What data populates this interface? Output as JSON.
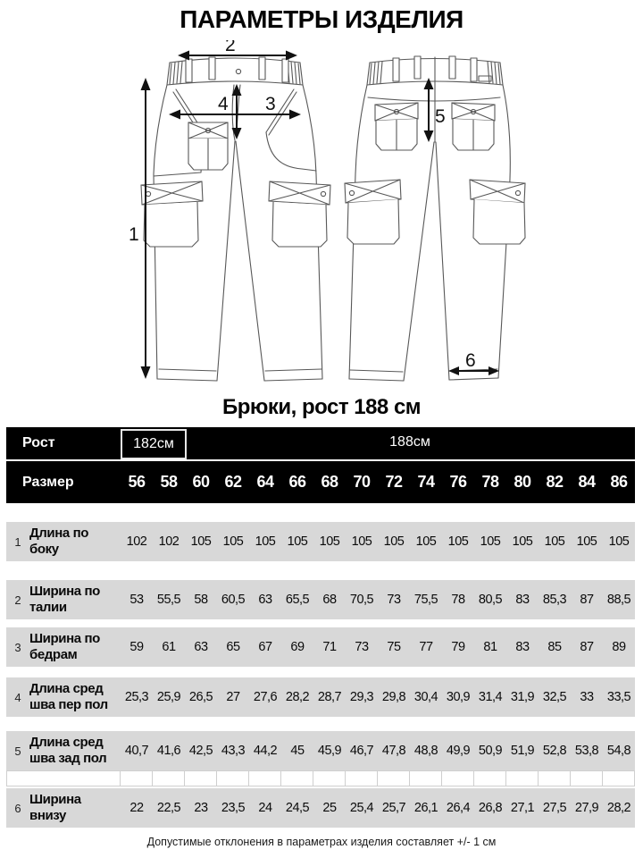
{
  "title": "ПАРАМЕТРЫ ИЗДЕЛИЯ",
  "product_caption": "Брюки, рост 188 см",
  "diagram": {
    "markers": [
      "1",
      "2",
      "3",
      "4",
      "5",
      "6"
    ]
  },
  "table": {
    "height_label": "Рост",
    "height_groups": [
      {
        "label": "182см",
        "span": 2
      },
      {
        "label": "188см",
        "span": 14
      }
    ],
    "size_label": "Размер",
    "sizes": [
      "56",
      "58",
      "60",
      "62",
      "64",
      "66",
      "68",
      "70",
      "72",
      "74",
      "76",
      "78",
      "80",
      "82",
      "84",
      "86"
    ],
    "rows": [
      {
        "num": "1",
        "label": "Длина по боку",
        "values": [
          "102",
          "102",
          "105",
          "105",
          "105",
          "105",
          "105",
          "105",
          "105",
          "105",
          "105",
          "105",
          "105",
          "105",
          "105",
          "105"
        ]
      },
      {
        "num": "2",
        "label": "Ширина по талии",
        "values": [
          "53",
          "55,5",
          "58",
          "60,5",
          "63",
          "65,5",
          "68",
          "70,5",
          "73",
          "75,5",
          "78",
          "80,5",
          "83",
          "85,3",
          "87",
          "88,5"
        ]
      },
      {
        "num": "3",
        "label": "Ширина по бедрам",
        "values": [
          "59",
          "61",
          "63",
          "65",
          "67",
          "69",
          "71",
          "73",
          "75",
          "77",
          "79",
          "81",
          "83",
          "85",
          "87",
          "89"
        ]
      },
      {
        "num": "4",
        "label": "Длина сред шва пер пол",
        "values": [
          "25,3",
          "25,9",
          "26,5",
          "27",
          "27,6",
          "28,2",
          "28,7",
          "29,3",
          "29,8",
          "30,4",
          "30,9",
          "31,4",
          "31,9",
          "32,5",
          "33",
          "33,5"
        ]
      },
      {
        "num": "5",
        "label": "Длина сред шва зад пол",
        "values": [
          "40,7",
          "41,6",
          "42,5",
          "43,3",
          "44,2",
          "45",
          "45,9",
          "46,7",
          "47,8",
          "48,8",
          "49,9",
          "50,9",
          "51,9",
          "52,8",
          "53,8",
          "54,8"
        ]
      },
      {
        "num": "6",
        "label": "Ширина внизу",
        "values": [
          "22",
          "22,5",
          "23",
          "23,5",
          "24",
          "24,5",
          "25",
          "25,4",
          "25,7",
          "26,1",
          "26,4",
          "26,8",
          "27,1",
          "27,5",
          "27,9",
          "28,2"
        ]
      }
    ]
  },
  "footer_note": "Допустимые отклонения в параметрах изделия составляет +/- 1 см",
  "colors": {
    "header_bg": "#000000",
    "header_text": "#ffffff",
    "row_bg": "#d8d8d8",
    "drawing_line": "#585858",
    "arrow": "#111111"
  }
}
